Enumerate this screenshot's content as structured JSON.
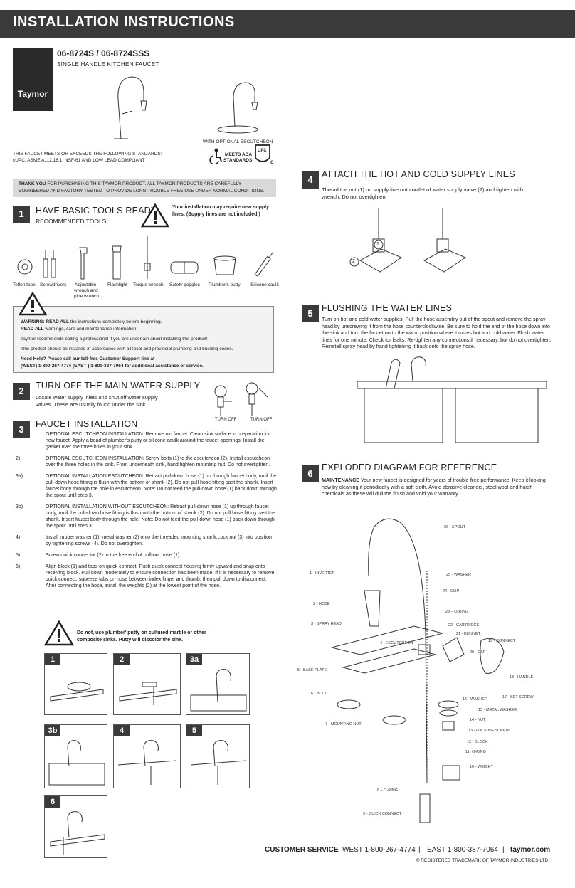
{
  "header": {
    "title": "INSTALLATION INSTRUCTIONS"
  },
  "brand": {
    "logo": "Taymor"
  },
  "product": {
    "model": "06-8724S / 06-8724SSS",
    "name": "SINGLE HANDLE KITCHEN FAUCET",
    "with_escutcheon": "WITH OPTIONAL ESCUTCHEON"
  },
  "standards": {
    "line1": "THIS FAUCET MEETS OR EXCEEDS THE FOLLOWING STANDARDS:",
    "line2": "cUPC, ASME A112.18.1, NSF-61 AND LOW LEAD COMPLIANT",
    "ada1": "MEETS ADA",
    "ada2": "STANDARDS",
    "upc": "UPC",
    "c": "C"
  },
  "thanks": {
    "bold": "THANK YOU",
    "rest": " FOR PURCHASING THIS TAYMOR PRODUCT. ALL TAYMOR PRODUCTS ARE  CAREFULLY",
    "line2": "ENGINEERED AND FACTORY TESTED TO PROVIDE LONG TROUBLE-FREE USE UNDER NORMAL CONDITIONS."
  },
  "s1": {
    "num": "1",
    "title": "HAVE BASIC TOOLS READY",
    "sub": "RECOMMENDED TOOLS:",
    "note1": "Your installation may require new supply",
    "note2": "lines. (Supply lines are not included.)",
    "tools": [
      "Teflon tape",
      "Screwdrivers",
      "Adjustable",
      "wrench and",
      "pipe wrench",
      "Flashlight",
      "Torque wrench",
      "Safety goggles",
      "Plumber's putty",
      "Silicone caulk"
    ]
  },
  "warning": {
    "l1b": "WARNING: READ ALL",
    "l1": " the instructions completely before beginning.",
    "l2b": "READ ALL",
    "l2": " warnings, care and maintenance information.",
    "l3": "Taymor recommends calling a professional if you are uncertain about installing this product!",
    "l4": "This product should be installed in accordance with all local and provincial plumbing and building codes.",
    "l5b": "Need Help?",
    "l5": " Please call our toll-free Customer Support line at",
    "l6": "(WEST) 1-800-267-4774    (EAST ) 1-800-387-7064 for additional assistance or service."
  },
  "s2": {
    "num": "2",
    "title": "TURN OFF THE MAIN WATER SUPPLY",
    "l1": "Locate water supply inlets and shut off water supply",
    "l2": "valves. These are usually found under the sink.",
    "off1": "TURN OFF",
    "off2": "TURN OFF"
  },
  "s3": {
    "num": "3",
    "title": "FAUCET INSTALLATION",
    "steps": [
      {
        "n": "1)",
        "t": "OPTIONAL ESCUTCHEON INSTALLATION: Remove old faucet. Clean sink surface in preparation for new faucet. Apply a bead of plumber's putty or silicone caulk around the faucet openings. Install the gasket over the three holes in your sink."
      },
      {
        "n": "2)",
        "t": "OPTIONAL ESCUTCHEON INSTALLATION: Screw bolts (1) to the escutcheon (2). Install escutcheon over the three holes in the sink. From underneath sink, hand tighten mounting nut. Do not overtighten."
      },
      {
        "n": "3a)",
        "t": "OPTIONAL INSTALLATION ESCUTCHEON: Retract pull-down hose (1) up through faucet body, until the pull-down hose fitting is flush with the bottom of shank (2). Do not pull hose fitting past the shank. Insert faucet body through the hole in escutcheon. Note: Do not feed the pull-down hose (1) back down through the spout until step 3."
      },
      {
        "n": "3b)",
        "t": "OPTIONAL INSTALLATION WITHOUT ESCUTCHEON: Retract pull-down hose (1) up through faucet body, until the pull-down hose fitting is flush with the bottom of shank (2). Do not pull hose fitting past the shank. Insert faucet body through the hole. Note: Do not feed the pull-down hose (1) back down through the spout until step 3."
      },
      {
        "n": "4)",
        "t": "Install rubber washer (1), metal washer (2) onto the threaded mounting shank.Lock nut (3) into position by tightening screws (4). Do not overtighten."
      },
      {
        "n": "5)",
        "t": "Screw quick connector (2) to the free end of pull-out hose (1)."
      },
      {
        "n": "6)",
        "t": "Align block (1) and tabs on quick connect. Push quick connect housing firmly upward and snap onto receiving block. Pull down moderately to ensure connection has been made. If it is necessary to remove quick connect, squeeze tabs on hose between index finger and thumb, then pull down to disconnect. After connecting the hose, install the weights (2) at the lowest point of the hose."
      }
    ],
    "caution1": "Do not, use plumber' putty on cultured marble or other",
    "caution2": "composite sinks. Putty will discolor the sink.",
    "panels": [
      "1",
      "2",
      "3a",
      "3b",
      "4",
      "5",
      "6"
    ]
  },
  "s4": {
    "num": "4",
    "title": "ATTACH THE HOT AND COLD SUPPLY LINES",
    "l1": "Thread the nut (1) on supply line onto outlet of water supply valve (2) and tighten with",
    "l2": "wrench. Do not overtighten.",
    "c1": "1",
    "c2": "2"
  },
  "s5": {
    "num": "5",
    "title": "FLUSHING THE WATER LINES",
    "text": "Turn on hot and cold water supplies. Pull the hose assembly out of the spout and remove the spray head by unscrewing it from the hose counterclockwise. Be sure to hold the end of the hose down into the sink and turn the faucet on to the warm position where it mixes hot and cold water. Flush water lines for one minute. Check for leaks. Re-tighten any connections if necessary, but do not overtighten. Reinstall spray head by hand tightening it back onto the spray hose."
  },
  "s6": {
    "num": "6",
    "title": "EXPLODED DIAGRAM FOR REFERENCE",
    "mb": "MAINTENANCE",
    "mt": " Your new faucet is designed for years of trouble-free performance. Keep it looking new by cleaning it periodically with a soft cloth. Avoid abrasive cleaners, steel wool and harsh chemicals as these will dull the finish and void your warranty.",
    "parts": [
      "26 - SPOUT",
      "25 - WASHER",
      "24 - CLIP",
      "23 – O-RING",
      "22 - CARTRIDGE",
      "21 - BONNET",
      "19 - CONNECT",
      "20 - CAP",
      "18 - HANDLE",
      "17 - SET SCREW",
      "16 - WASHER",
      "15 - METAL WASHER",
      "14 - NUT",
      "13 - LOCKING SCREW",
      "12 - BLOCK",
      "11- O-RING",
      "10 - WEIGHT",
      "1 - INVERTER",
      "2 - HOSE",
      "3 - SPRAY HEAD",
      "4 - ESCUTCHEON",
      "5 - BASE PLATE",
      "6 - BOLT",
      "7 - MOUNTING NUT",
      "8 – O-RING",
      "9 - QUICK CONNECT"
    ]
  },
  "footer": {
    "cs": "CUSTOMER SERVICE",
    "west": "WEST 1-800-267-4774",
    "sep": "|",
    "east": "EAST 1-800-387-7064",
    "site": "taymor.com",
    "tm": "® REGISTERED TRADEMARK OF TAYMOR INDUSTRIES LTD."
  }
}
